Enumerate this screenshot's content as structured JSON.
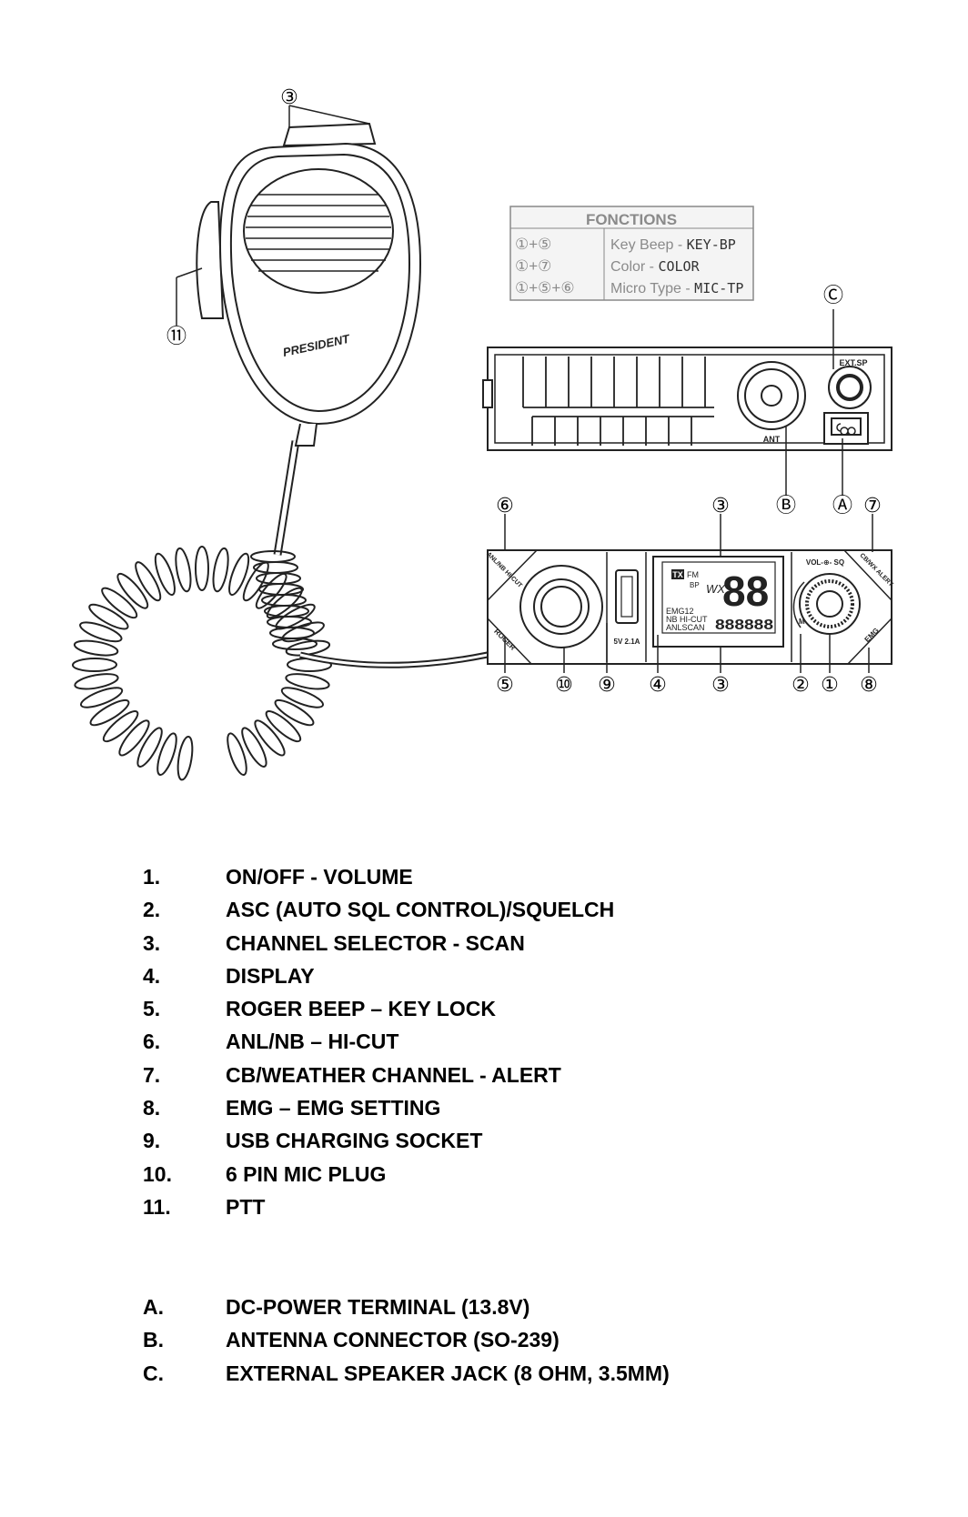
{
  "fonctions_box": {
    "title": "FONCTIONS",
    "rows": [
      {
        "keys": "①+⑤",
        "label": "Key Beep - ",
        "lcd": "KEY-BP"
      },
      {
        "keys": "①+⑦",
        "label": "Color - ",
        "lcd": "COLOR"
      },
      {
        "keys": "①+⑤+⑥",
        "label": "Micro Type - ",
        "lcd": "MIC-TP"
      }
    ]
  },
  "microphone": {
    "brand": "PRESIDENT"
  },
  "rear_panel": {
    "ant_label": "ANT",
    "ext_sp_label": "EXT.SP"
  },
  "front_panel": {
    "anl_nb_label": "ANL/NB HI-CUT",
    "roger_label": "ROGER",
    "usb_label": "5V 2.1A",
    "vol_sq_label": "VOL-⊕- SQ",
    "cb_wx_label": "CB/WX ALERT",
    "emg_label": "EMG",
    "m_label": "M",
    "display": {
      "tx": "TX",
      "fm": "FM",
      "bp": "BP",
      "wx": "WX",
      "channel": "88",
      "emg12": "EMG12",
      "nb_hicut": "NB HI-CUT",
      "anlscan": "ANLSCAN",
      "segments": "888888"
    }
  },
  "callouts": {
    "c3_top": "③",
    "c11": "⑪",
    "cC": "Ⓒ",
    "c6": "⑥",
    "c3_mid": "③",
    "cB": "Ⓑ",
    "cA": "Ⓐ",
    "c7": "⑦",
    "c5": "⑤",
    "c10": "⑩",
    "c9": "⑨",
    "c4": "④",
    "c3_bot": "③",
    "c2": "②",
    "c1": "①",
    "c8": "⑧"
  },
  "numbered_items": [
    {
      "num": "1.",
      "text": "ON/OFF - VOLUME"
    },
    {
      "num": "2.",
      "text": "ASC (AUTO SQL CONTROL)/SQUELCH"
    },
    {
      "num": "3.",
      "text": "CHANNEL SELECTOR - SCAN"
    },
    {
      "num": "4.",
      "text": "DISPLAY"
    },
    {
      "num": "5.",
      "text": "ROGER BEEP – KEY LOCK"
    },
    {
      "num": "6.",
      "text": "ANL/NB – HI-CUT"
    },
    {
      "num": "7.",
      "text": "CB/WEATHER CHANNEL - ALERT"
    },
    {
      "num": "8.",
      "text": "EMG – EMG SETTING"
    },
    {
      "num": "9.",
      "text": "USB CHARGING SOCKET"
    },
    {
      "num": "10.",
      "text": "6 PIN MIC PLUG"
    },
    {
      "num": "11.",
      "text": "PTT"
    }
  ],
  "lettered_items": [
    {
      "num": "A.",
      "text": "DC-POWER TERMINAL (13.8V)"
    },
    {
      "num": "B.",
      "text": "ANTENNA CONNECTOR (SO-239)"
    },
    {
      "num": "C.",
      "text": "EXTERNAL SPEAKER JACK (8 OHM, 3.5MM)"
    }
  ]
}
